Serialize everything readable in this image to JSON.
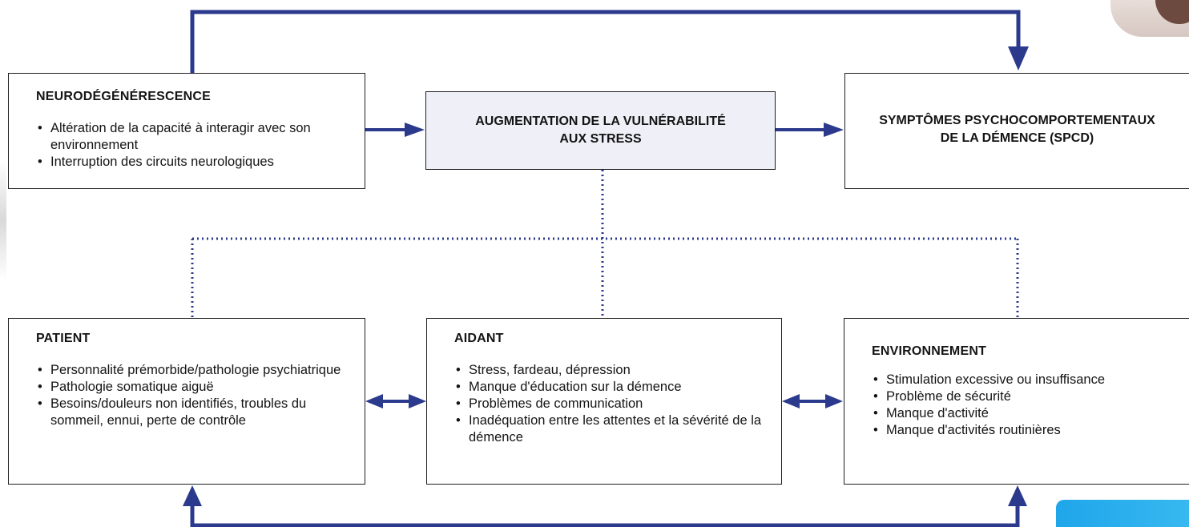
{
  "neuro": {
    "title": "NEURODÉGÉNÉRESCENCE",
    "items": [
      "Altération de la capacité à interagir avec son environnement",
      "Interruption des circuits neurologiques"
    ]
  },
  "vulnerability": {
    "title_line1": "AUGMENTATION DE LA VULNÉRABILITÉ",
    "title_line2": "AUX STRESS"
  },
  "spcd": {
    "title_line1": "SYMPTÔMES PSYCHOCOMPORTEMENTAUX",
    "title_line2": "DE LA DÉMENCE (SPCD)"
  },
  "patient": {
    "title": "PATIENT",
    "items": [
      "Personnalité prémorbide/pathologie psychiatrique",
      "Pathologie somatique aiguë",
      "Besoins/douleurs non identifiés, troubles du sommeil, ennui, perte de contrôle"
    ]
  },
  "aidant": {
    "title": "AIDANT",
    "items": [
      "Stress, fardeau, dépression",
      "Manque d'éducation sur la démence",
      "Problèmes de communication",
      "Inadéquation entre les attentes et la sévérité de la démence"
    ]
  },
  "environnement": {
    "title": "ENVIRONNEMENT",
    "items": [
      "Stimulation excessive ou insuffisance",
      "Problème de sécurité",
      "Manque d'activité",
      "Manque d'activités routinières"
    ]
  },
  "colors": {
    "arrow": "#2b3a8c",
    "border": "#1f1f1f",
    "center_fill": "#efeff7"
  }
}
